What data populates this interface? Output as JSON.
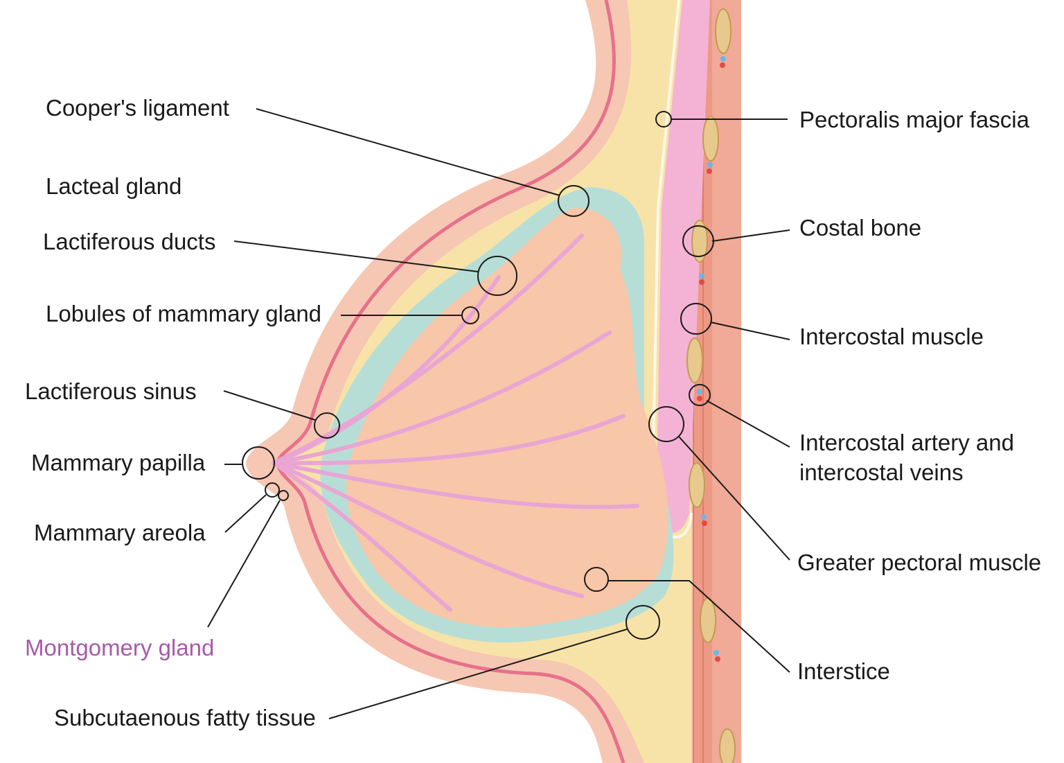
{
  "colors": {
    "skin": "#f6c7b3",
    "skin_light": "#fde2d4",
    "dermis_line": "#e7708a",
    "fat": "#f7e3a8",
    "interstitium": "#b7ded6",
    "lobule": "#f8c6a8",
    "duct": "#e9a5d4",
    "fascia": "#f4b3d4",
    "muscle": "#ec9a86",
    "muscle_dark": "#e47a68",
    "rib": "#e7c98d",
    "vein": "#6ab7e6",
    "artery": "#e04a4a",
    "leader": "#1a1a1a",
    "accent_label": "#a85aa8"
  },
  "labels": {
    "coopers_ligament": "Cooper's ligament",
    "lacteal_gland": "Lacteal gland",
    "lactiferous_ducts": "Lactiferous ducts",
    "lobules": "Lobules of mammary gland",
    "lactiferous_sinus": "Lactiferous sinus",
    "mammary_papilla": "Mammary papilla",
    "mammary_areola": "Mammary areola",
    "montgomery_gland": "Montgomery gland",
    "subcutaneous_fat": "Subcutaenous fatty tissue",
    "pectoralis_fascia": "Pectoralis major fascia",
    "costal_bone": "Costal bone",
    "intercostal_muscle": "Intercostal muscle",
    "intercostal_vessels_1": "Intercostal artery and",
    "intercostal_vessels_2": "intercostal veins",
    "greater_pectoral": "Greater pectoral muscle",
    "interstice": "Interstice"
  }
}
